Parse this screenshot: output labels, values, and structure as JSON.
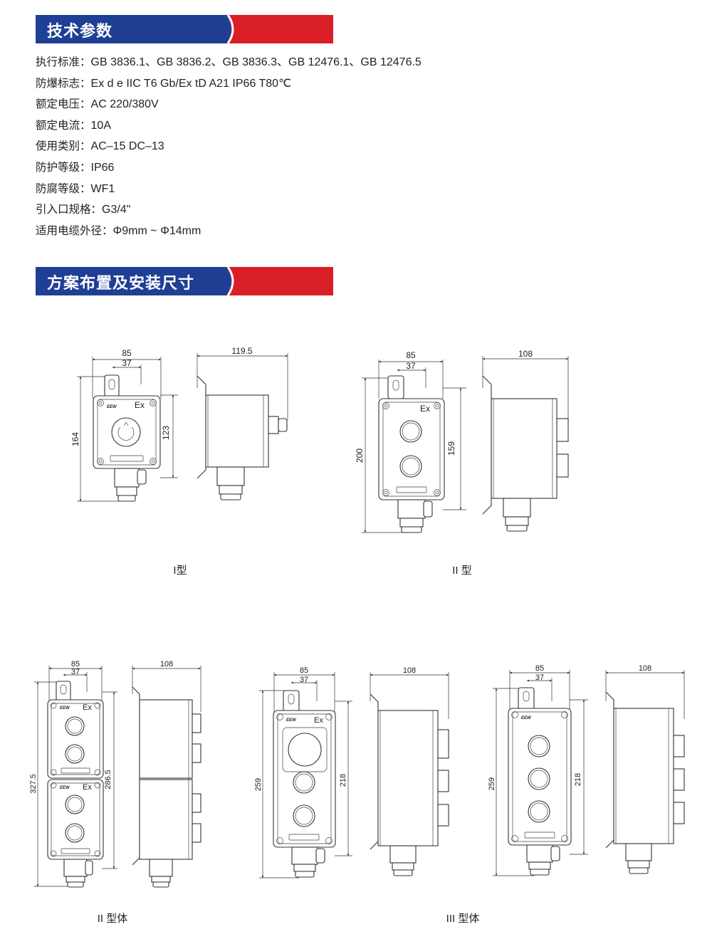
{
  "sections": {
    "tech_params_title": "技术参数",
    "layout_title": "方案布置及安装尺寸"
  },
  "colors": {
    "navy": "#1f3f94",
    "red": "#d91e26"
  },
  "specs": [
    {
      "label": "执行标准：",
      "value": "GB 3836.1、GB 3836.2、GB 3836.3、GB 12476.1、GB 12476.5"
    },
    {
      "label": "防爆标志：",
      "value": "Ex d e IIC T6 Gb/Ex tD A21 IP66 T80℃"
    },
    {
      "label": "额定电压：",
      "value": "AC 220/380V"
    },
    {
      "label": "额定电流：",
      "value": "10A"
    },
    {
      "label": "使用类别：",
      "value": "AC–15 DC–13"
    },
    {
      "label": "防护等级：",
      "value": "IP66"
    },
    {
      "label": "防腐等级：",
      "value": "WF1"
    },
    {
      "label": "引入口规格：",
      "value": "G3/4\""
    },
    {
      "label": "适用电缆外径：",
      "value": "Φ9mm ~ Φ14mm"
    }
  ],
  "drawings": {
    "type1": {
      "front": {
        "width": "85",
        "offset": "37",
        "height": "164",
        "body": "123",
        "brand": "EEW",
        "mark": "Ex"
      },
      "side": {
        "depth": "119.5"
      },
      "caption": "I型"
    },
    "type2": {
      "front": {
        "width": "85",
        "offset": "37",
        "height": "200",
        "body": "159",
        "mark": "Ex"
      },
      "side": {
        "depth": "108"
      },
      "caption": "II 型"
    },
    "type2_combo": {
      "front": {
        "width": "85",
        "offset": "37",
        "height": "327.5",
        "body": "286.5",
        "brand": "EEW",
        "mark": "Ex"
      },
      "side": {
        "depth": "108"
      },
      "caption": "II 型体"
    },
    "type3a": {
      "front": {
        "width": "85",
        "offset": "37",
        "height": "259",
        "body": "218",
        "brand": "EEW",
        "mark": "Ex"
      },
      "side": {
        "depth": "108"
      }
    },
    "type3b": {
      "front": {
        "width": "85",
        "offset": "37",
        "height": "259",
        "body": "218",
        "brand": "EEW"
      },
      "side": {
        "depth": "108"
      },
      "caption": "III 型体"
    }
  }
}
